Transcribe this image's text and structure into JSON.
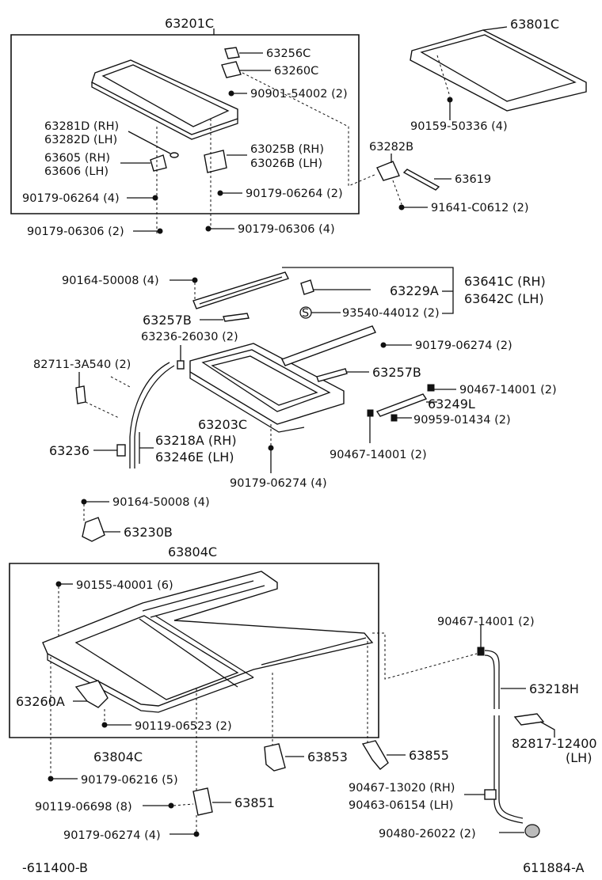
{
  "labels": {
    "l63201C": "63201C",
    "l63801C": "63801C",
    "l63256C": "63256C",
    "l63260C": "63260C",
    "l90901": "90901-54002 (2)",
    "l63281D": "63281D (RH)",
    "l63282D": "63282D (LH)",
    "l63605": "63605 (RH)",
    "l63606": "63606 (LH)",
    "l63025B": "63025B (RH)",
    "l63026B": "63026B (LH)",
    "l90179_06264a": "90179-06264 (4)",
    "l90179_06264b": "90179-06264 (2)",
    "l90179_06306a": "90179-06306 (2)",
    "l90179_06306b": "90179-06306 (4)",
    "l90159": "90159-50336 (4)",
    "l63282B": "63282B",
    "l63619": "63619",
    "l91641": "91641-C0612 (2)",
    "l90164a": "90164-50008 (4)",
    "l63229A": "63229A",
    "l63641C": "63641C (RH)",
    "l63642C": "63642C (LH)",
    "l93540": "93540-44012 (2)",
    "l63257Ba": "63257B",
    "l63236_26030": "63236-26030 (2)",
    "l90179_06274a": "90179-06274 (2)",
    "l82711": "82711-3A540 (2)",
    "l63257Bb": "63257B",
    "l90467a": "90467-14001 (2)",
    "l63249L": "63249L",
    "l90959": "90959-01434 (2)",
    "l63203C": "63203C",
    "l63236": "63236",
    "l63218A": "63218A (RH)",
    "l63246E": "63246E (LH)",
    "l90467b": "90467-14001 (2)",
    "l90179_06274b": "90179-06274 (4)",
    "l90164b": "90164-50008 (4)",
    "l63230B": "63230B",
    "l63804Ca": "63804C",
    "l90155": "90155-40001 (6)",
    "l90467c": "90467-14001 (2)",
    "l63260A": "63260A",
    "l63218H": "63218H",
    "l90119_06523": "90119-06523 (2)",
    "l82817": "82817-12400",
    "l82817lh": "(LH)",
    "l63804Cb": "63804C",
    "l63853": "63853",
    "l63855": "63855",
    "l90179_06216": "90179-06216 (5)",
    "l90467_13020": "90467-13020 (RH)",
    "l90463": "90463-06154 (LH)",
    "l90119_06698": "90119-06698 (8)",
    "l63851": "63851",
    "l90179_06274c": "90179-06274 (4)",
    "l90480": "90480-26022 (2)",
    "s_circle": "S"
  },
  "footer": {
    "left": "-611400-B",
    "right": "611884-A"
  }
}
